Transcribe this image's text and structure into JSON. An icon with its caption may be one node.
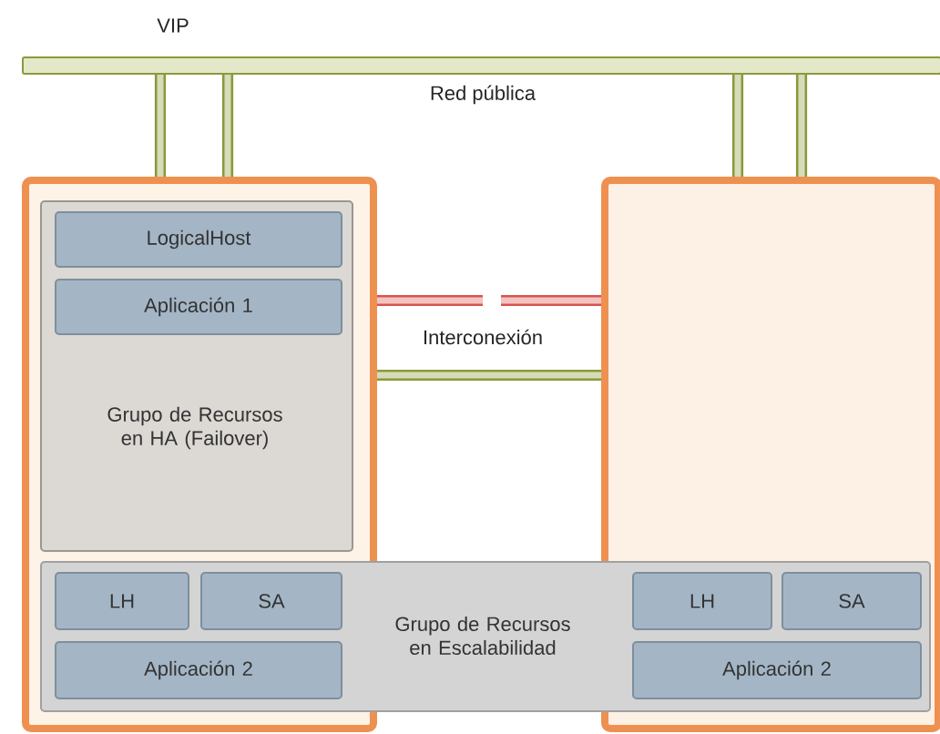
{
  "diagram": {
    "nodes": [
      {
        "text": [],
        "shape": "box"
      },
      {
        "text": [],
        "shape": "box"
      },
      {
        "text": [
          "Grupo de Recursos en HA (Failover)"
        ],
        "in": 0
      },
      {
        "text": [
          "LogicalHost"
        ],
        "in": 2
      },
      {
        "text": [
          "Aplicación 1"
        ],
        "in": 2
      },
      {
        "text": [
          "Grupo de Recursos en Escalabilidad"
        ]
      },
      {
        "text": [
          "LH"
        ]
      },
      {
        "text": [
          "SA"
        ]
      },
      {
        "text": [
          "Aplicación 2"
        ]
      },
      {
        "text": [
          "LH"
        ]
      },
      {
        "text": [
          "SA"
        ]
      },
      {
        "text": [
          "Aplicación 2"
        ]
      },
      {
        "text": [],
        "shape": "bar",
        "beside": [
          "Red pública"
        ]
      }
    ],
    "edges": [
      {
        "from": 12,
        "to": 0,
        "arrow": "none"
      },
      {
        "from": 12,
        "to": 0,
        "arrow": "none"
      },
      {
        "from": 12,
        "to": 1,
        "arrow": "none"
      },
      {
        "from": 12,
        "to": 1,
        "arrow": "none"
      },
      {
        "from": 0,
        "to": 1,
        "arrow": "none",
        "style": "dashed",
        "color": "#d9534f"
      },
      {
        "from": 0,
        "to": 1,
        "arrow": "none"
      }
    ],
    "labels": [
      "VIP",
      "Interconexión"
    ]
  }
}
